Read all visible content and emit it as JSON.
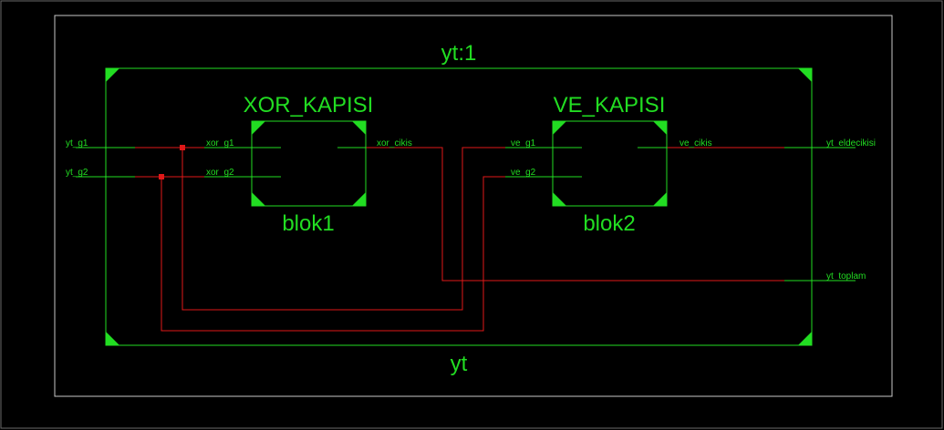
{
  "colors": {
    "background": "#000000",
    "frame": "#c8c8c8",
    "block": "#22dd22",
    "wire": "#e01818",
    "text": "#22dd22"
  },
  "top": {
    "instance": "yt:1",
    "name": "yt",
    "inputs": [
      "yt_g1",
      "yt_g2"
    ],
    "outputs": [
      "yt_eldecikisi",
      "yt_toplam"
    ]
  },
  "blocks": [
    {
      "type": "XOR_KAPISI",
      "instance": "blok1",
      "inputs": [
        "xor_g1",
        "xor_g2"
      ],
      "output": "xor_cikis"
    },
    {
      "type": "VE_KAPISI",
      "instance": "blok2",
      "inputs": [
        "ve_g1",
        "ve_g2"
      ],
      "output": "ve_cikis"
    }
  ]
}
